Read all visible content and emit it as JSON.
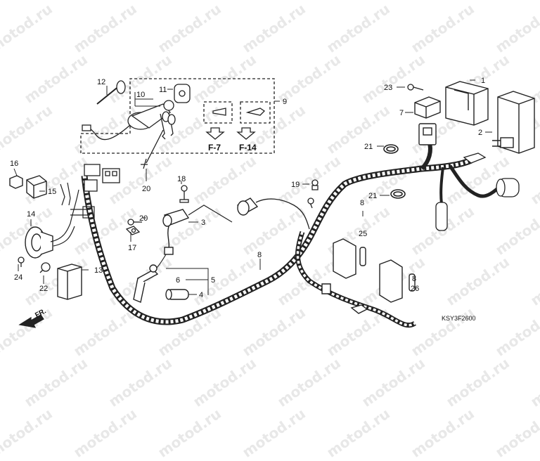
{
  "watermark": "motod.ru",
  "diagram_code": "KSY3F2600",
  "front_label": "FR.",
  "views": [
    {
      "label": "F-7"
    },
    {
      "label": "F-14"
    }
  ],
  "callouts": [
    {
      "id": "c1",
      "text": "1"
    },
    {
      "id": "c2",
      "text": "2"
    },
    {
      "id": "c3",
      "text": "3"
    },
    {
      "id": "c4",
      "text": "4"
    },
    {
      "id": "c5",
      "text": "5"
    },
    {
      "id": "c6",
      "text": "6"
    },
    {
      "id": "c7",
      "text": "7"
    },
    {
      "id": "c8a",
      "text": "8"
    },
    {
      "id": "c8b",
      "text": "8"
    },
    {
      "id": "c8c",
      "text": "8"
    },
    {
      "id": "c9",
      "text": "9"
    },
    {
      "id": "c10",
      "text": "10"
    },
    {
      "id": "c11",
      "text": "11"
    },
    {
      "id": "c12",
      "text": "12"
    },
    {
      "id": "c13",
      "text": "13"
    },
    {
      "id": "c14",
      "text": "14"
    },
    {
      "id": "c15",
      "text": "15"
    },
    {
      "id": "c16",
      "text": "16"
    },
    {
      "id": "c17",
      "text": "17"
    },
    {
      "id": "c18",
      "text": "18"
    },
    {
      "id": "c19",
      "text": "19"
    },
    {
      "id": "c20a",
      "text": "20"
    },
    {
      "id": "c20b",
      "text": "20"
    },
    {
      "id": "c21a",
      "text": "21"
    },
    {
      "id": "c21b",
      "text": "21"
    },
    {
      "id": "c22",
      "text": "22"
    },
    {
      "id": "c23",
      "text": "23"
    },
    {
      "id": "c24",
      "text": "24"
    },
    {
      "id": "c25",
      "text": "25"
    },
    {
      "id": "c26",
      "text": "26"
    }
  ]
}
